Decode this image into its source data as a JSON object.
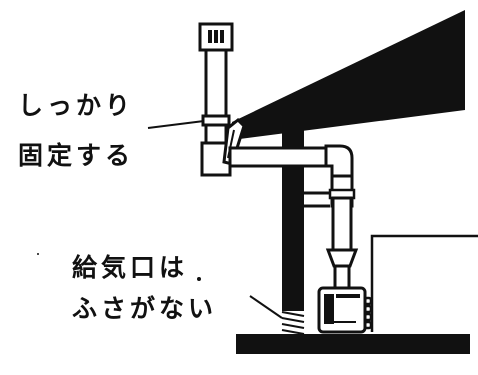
{
  "labels": {
    "secure_line1": "しっかり",
    "secure_line2": "固定する",
    "intake_line1": "給気口は",
    "intake_line2": "ふさがない"
  },
  "colors": {
    "ink": "#111111",
    "paper": "#ffffff"
  }
}
